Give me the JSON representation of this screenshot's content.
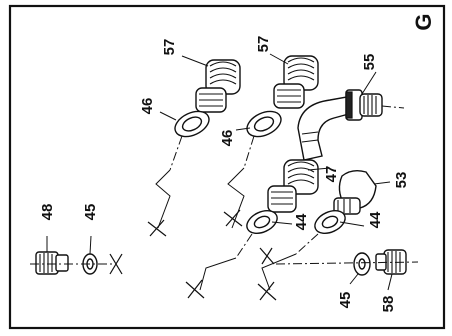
{
  "diagram": {
    "corner_letter": "G",
    "callouts": {
      "c57a": "57",
      "c57b": "57",
      "c55": "55",
      "c46a": "46",
      "c46b": "46",
      "c47": "47",
      "c53": "53",
      "c44a": "44",
      "c44b": "44",
      "c48": "48",
      "c45a": "45",
      "c45b": "45",
      "c58": "58"
    }
  }
}
